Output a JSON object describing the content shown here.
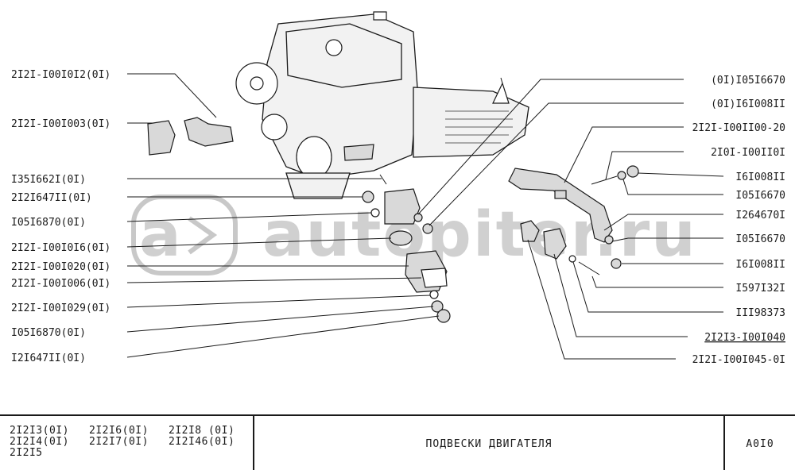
{
  "labels_left": [
    {
      "id": "l1",
      "text": "2I2I-I00I0I2(0I)"
    },
    {
      "id": "l2",
      "text": "2I2I-I00I003(0I)"
    },
    {
      "id": "l3",
      "text": "I35I662I(0I)"
    },
    {
      "id": "l4",
      "text": "2I2I647II(0I)"
    },
    {
      "id": "l5",
      "text": "I05I6870(0I)"
    },
    {
      "id": "l6",
      "text": "2I2I-I00I0I6(0I)"
    },
    {
      "id": "l7",
      "text": "2I2I-I00I020(0I)"
    },
    {
      "id": "l8",
      "text": "2I2I-I00I006(0I)"
    },
    {
      "id": "l9",
      "text": "2I2I-I00I029(0I)"
    },
    {
      "id": "l10",
      "text": "I05I6870(0I)"
    },
    {
      "id": "l11",
      "text": "I2I647II(0I)"
    }
  ],
  "labels_right": [
    {
      "id": "r1",
      "text": "(0I)I05I6670"
    },
    {
      "id": "r2",
      "text": "(0I)I6I008II"
    },
    {
      "id": "r3",
      "text": "2I2I-I00II00-20"
    },
    {
      "id": "r4",
      "text": "2I0I-I00II0I"
    },
    {
      "id": "r5",
      "text": "I6I008II"
    },
    {
      "id": "r6",
      "text": "I05I6670"
    },
    {
      "id": "r7",
      "text": "I264670I"
    },
    {
      "id": "r8",
      "text": "I05I6670"
    },
    {
      "id": "r9",
      "text": "I6I008II"
    },
    {
      "id": "r10",
      "text": "I597I32I"
    },
    {
      "id": "r11",
      "text": "III98373"
    },
    {
      "id": "r12",
      "text": "2I2I3-I00I040"
    },
    {
      "id": "r13",
      "text": "2I2I-I00I045-0I"
    }
  ],
  "watermark": "autopiter.ru",
  "title_block": {
    "models": [
      "2I2I3(0I)",
      "2I2I6(0I)",
      "2I2I8 (0I)",
      "2I2I4(0I)",
      "2I2I7(0I)",
      "2I2I46(0I)",
      "2I2I5",
      "",
      ""
    ],
    "title": "ПОДВЕСКИ ДВИГАТЕЛЯ",
    "code": "A0I0"
  }
}
